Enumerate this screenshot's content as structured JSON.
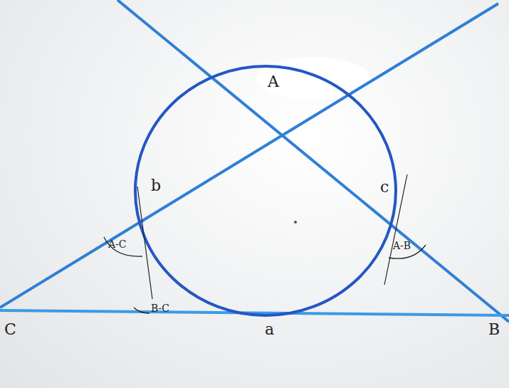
{
  "diagram": {
    "labels": [
      "A",
      "B",
      "C",
      "a",
      "b",
      "c",
      "A-C",
      "A-B",
      "B-C"
    ]
  }
}
